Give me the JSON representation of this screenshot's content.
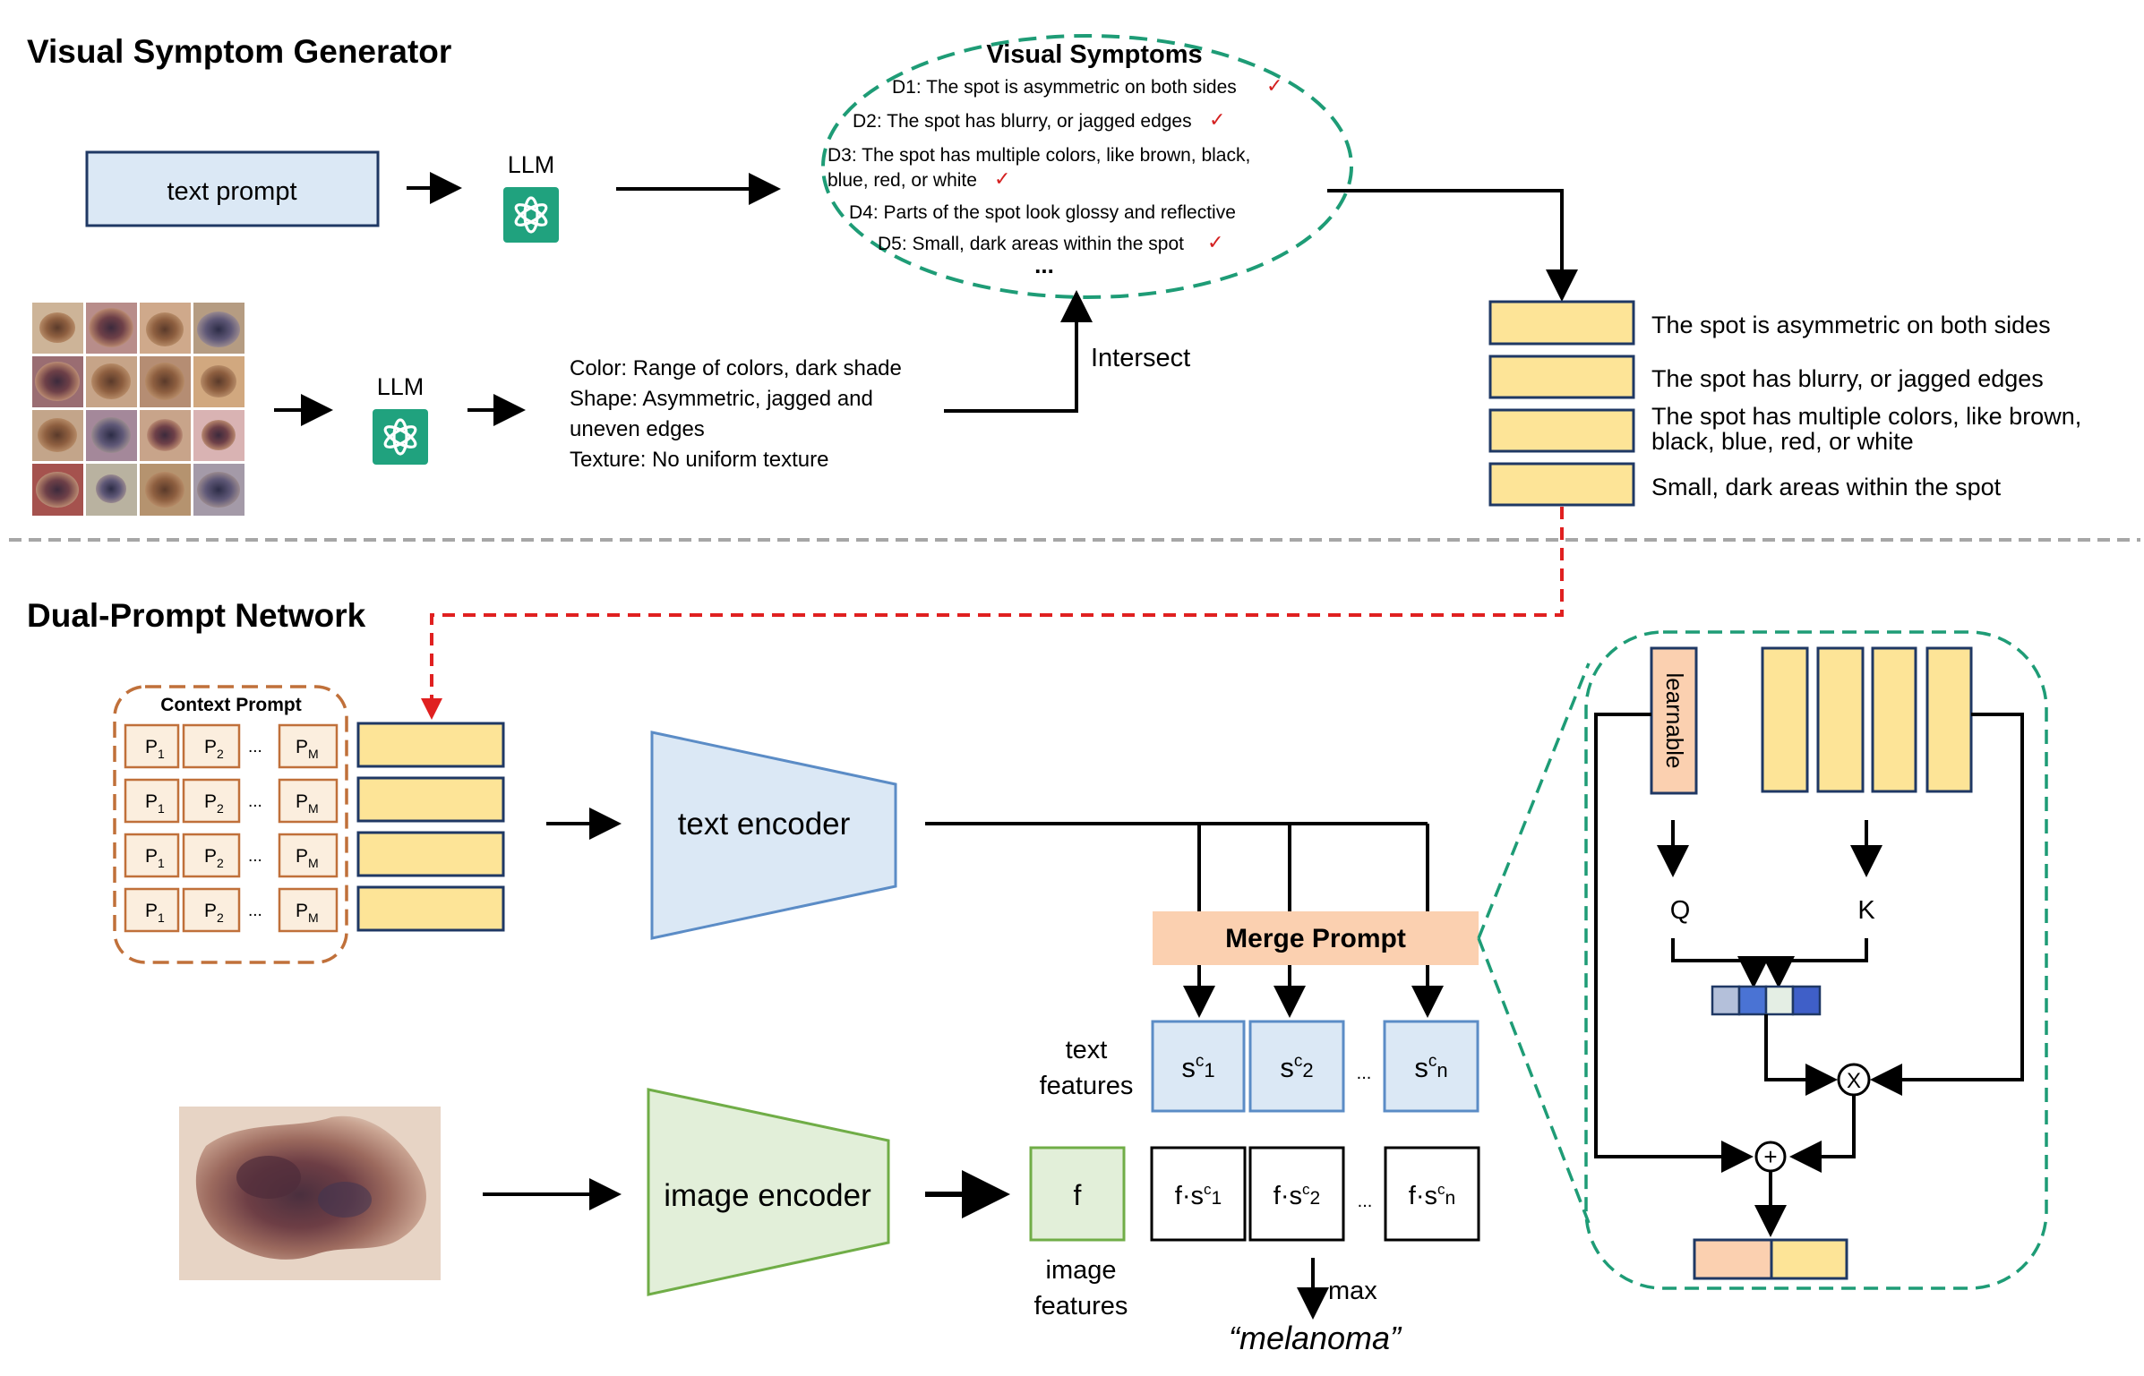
{
  "sections": {
    "generator_title": "Visual Symptom Generator",
    "network_title": "Dual-Prompt Network"
  },
  "generator": {
    "text_prompt": "text prompt",
    "llm_label": "LLM",
    "symptoms_title": "Visual Symptoms",
    "symptoms": [
      "D1: The spot is asymmetric on  both sides",
      "D2: The spot has blurry, or jagged edges",
      "D3: The spot has multiple colors, like brown, black,",
      "blue, red, or white",
      "D4: Parts of the spot look glossy and reflective",
      "D5: Small, dark areas within the spot"
    ],
    "check_mark": "✓",
    "ellipsis": "...",
    "attributes": [
      "Color: Range of colors, dark shade",
      "Shape: Asymmetric, jagged and",
      "uneven edges",
      "Texture: No uniform texture"
    ],
    "intersect_label": "Intersect",
    "selected": [
      "The spot is asymmetric on both sides",
      "The spot has blurry, or jagged edges",
      "The spot has multiple colors, like brown,",
      "black, blue, red, or white",
      "Small, dark areas within the spot"
    ]
  },
  "network": {
    "context_prompt": "Context Prompt",
    "p1": "P",
    "p1_sub": "1",
    "p2": "P",
    "p2_sub": "2",
    "pm": "P",
    "pm_sub": "M",
    "dots": "...",
    "text_encoder": "text encoder",
    "image_encoder": "image encoder",
    "merge_prompt": "Merge Prompt",
    "text_features": [
      "text",
      "features"
    ],
    "image_features": [
      "image",
      "features"
    ],
    "f": "f",
    "s": "s",
    "c": "c",
    "sub1": "1",
    "sub2": "2",
    "subn": "n",
    "fdot": "f·s",
    "max_label": "max",
    "result": "“melanoma”",
    "learnable": "learnable",
    "q": "Q",
    "k": "K",
    "times": "X",
    "plus": "+"
  },
  "icons": [
    "chatgpt-logo-icon",
    "skin-lesion-thumbnail-grid",
    "skin-lesion-photo"
  ],
  "colors": {
    "llm_green": "#20a27e",
    "dashed_green": "#1e9c76",
    "dashed_red": "#e02020",
    "cell_orange": "#c0703a",
    "prompt_yellow": "#fde497",
    "feature_blue": "#dbe8f5",
    "merge_peach": "#fbd0b0",
    "encoder_green": "#e2efd9"
  }
}
